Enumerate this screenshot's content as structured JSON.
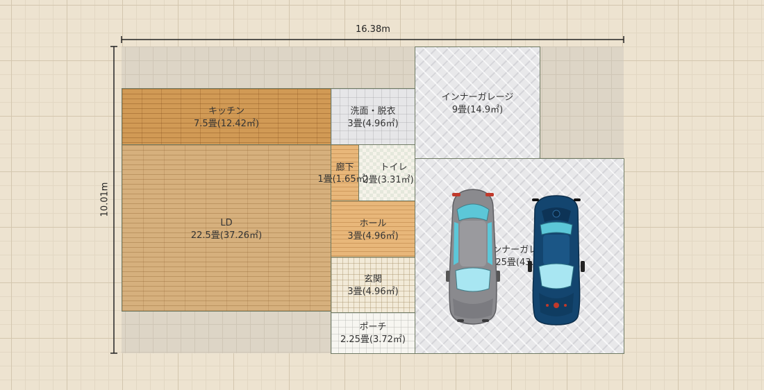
{
  "dimensions": {
    "width_label": "16.38m",
    "height_label": "10.01m"
  },
  "rooms": {
    "kitchen": {
      "name": "キッチン",
      "size": "7.5畳(12.42㎡)"
    },
    "washroom": {
      "name": "洗面・脱衣",
      "size": "3畳(4.96㎡)"
    },
    "garage_top": {
      "name": "インナーガレージ",
      "size": "9畳(14.9㎡)"
    },
    "corridor": {
      "name": "廊下",
      "size": "1畳(1.65㎡)"
    },
    "toilet": {
      "name": "トイレ",
      "size": "2畳(3.31㎡)"
    },
    "ld": {
      "name": "LD",
      "size": "22.5畳(37.26㎡)"
    },
    "hall": {
      "name": "ホール",
      "size": "3畳(4.96㎡)"
    },
    "garage_main": {
      "name": "インナーガレージ",
      "size": "26.25畳(43.47㎡)"
    },
    "entrance": {
      "name": "玄関",
      "size": "3畳(4.96㎡)"
    },
    "porch": {
      "name": "ポーチ",
      "size": "2.25畳(3.72㎡)"
    }
  },
  "colors": {
    "car_grey": "#8a8a8e",
    "car_blue": "#13456f",
    "windshield": "#5cc7d8"
  }
}
